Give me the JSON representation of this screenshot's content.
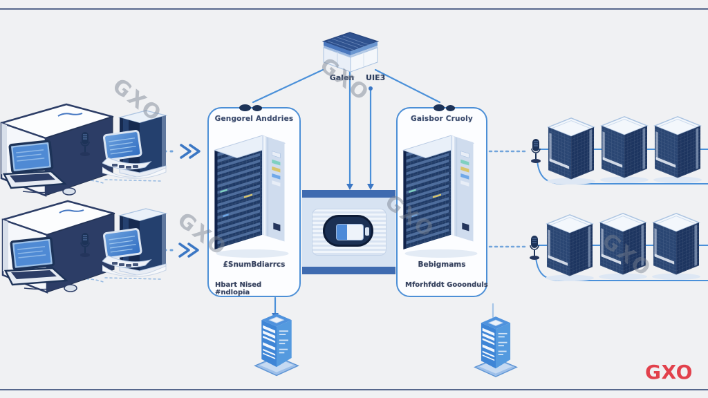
{
  "watermark": {
    "text": "GXO",
    "color": "#7a8290"
  },
  "brand_logo": {
    "text": "GXO",
    "color": "#e2414c"
  },
  "top_node": {
    "label": "Galen UIE3",
    "icon": "database-box-icon"
  },
  "panels": {
    "left": {
      "title": "Gengorel Anddries",
      "subtitle": "£SnumBdiarrcs",
      "footnote": "Hbart Nised #ndlopia",
      "icon": "server-rack-icon"
    },
    "right": {
      "title": "Gaisbor Cruoly",
      "subtitle": "Bebigmams",
      "footnote": "Mforhfddt Gooonduls",
      "icon": "server-rack-icon"
    }
  },
  "center_gateway": {
    "icon": "secure-gateway-stadium-icon"
  },
  "left_clients": {
    "rows": 2,
    "icons": [
      "package-box-laptop-icon",
      "microphone-icon",
      "desktop-tower-laptop-icon",
      "double-chevron-right-icon"
    ]
  },
  "right_cluster": {
    "rows": 2,
    "towers_per_row": 3,
    "icon": "server-tower-icon"
  },
  "bottom_nodes": {
    "count": 2,
    "icon": "blue-server-tower-icon"
  },
  "colors": {
    "background": "#f0f1f3",
    "accent_line": "#4a90d9",
    "navy": "#1d3358",
    "band_fill": "#d7e3f2",
    "band_bar": "#3f6bb0",
    "panel_border": "#4c8fd6"
  }
}
